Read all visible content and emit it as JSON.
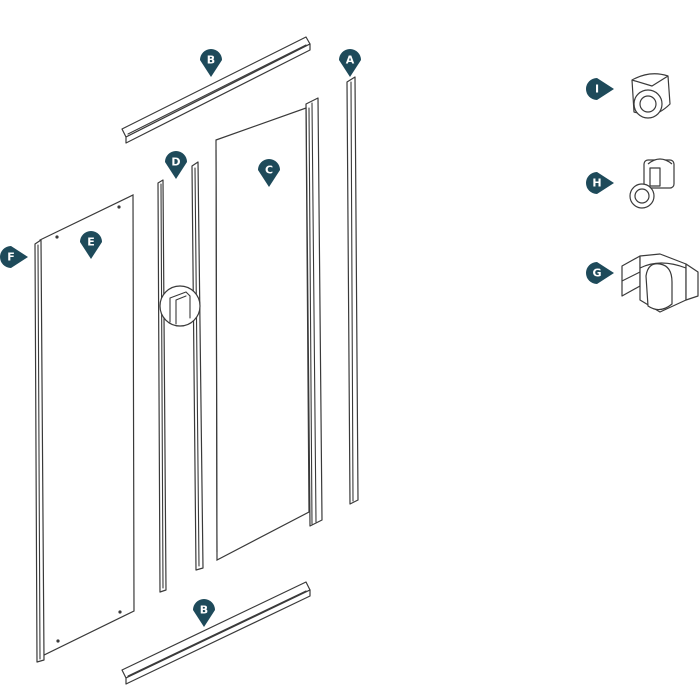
{
  "diagram": {
    "marker_color": "#1e4a5a",
    "markers": [
      {
        "id": "top-rail",
        "label": "B"
      },
      {
        "id": "wall-profile",
        "label": "A"
      },
      {
        "id": "inner-profile",
        "label": "D"
      },
      {
        "id": "sliding-door",
        "label": "C"
      },
      {
        "id": "fixed-panel",
        "label": "E"
      },
      {
        "id": "side-profile",
        "label": "F"
      },
      {
        "id": "bottom-rail",
        "label": "B"
      },
      {
        "id": "stopper",
        "label": "I"
      },
      {
        "id": "roller",
        "label": "H"
      },
      {
        "id": "corner-connector",
        "label": "G"
      }
    ]
  }
}
